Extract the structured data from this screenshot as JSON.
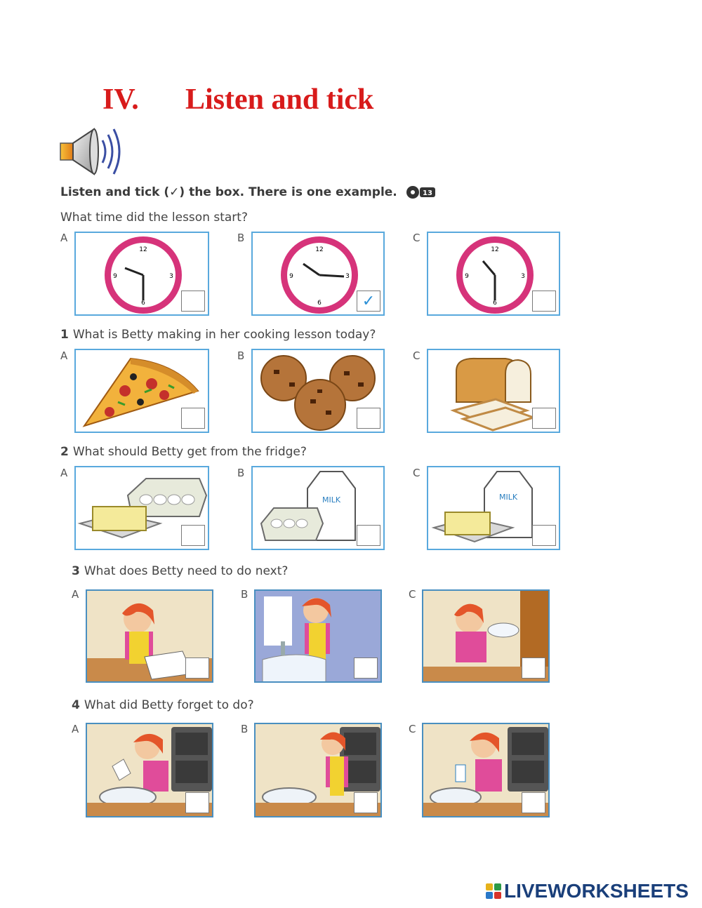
{
  "heading": {
    "number": "IV.",
    "text": "Listen and tick"
  },
  "instruction": "Listen and tick (✓) the box. There is one example.",
  "cd_track": "13",
  "questions": [
    {
      "number": "",
      "text": "What time did the lesson start?",
      "ticked": "B"
    },
    {
      "number": "1",
      "text": "What is Betty making in her cooking lesson today?",
      "ticked": ""
    },
    {
      "number": "2",
      "text": "What should Betty get from the fridge?",
      "ticked": ""
    },
    {
      "number": "3",
      "text": "What does Betty need to do next?",
      "ticked": ""
    },
    {
      "number": "4",
      "text": "What did Betty forget to do?",
      "ticked": ""
    }
  ],
  "option_letters": [
    "A",
    "B",
    "C"
  ],
  "tick_mark": "✓",
  "brand": "LIVEWORKSHEETS",
  "colors": {
    "heading": "#d81b1b",
    "box_border": "#59a9dd",
    "tick": "#2a8fd6",
    "clock_rim": "#d6337a",
    "brand": "#1a3f7a"
  }
}
